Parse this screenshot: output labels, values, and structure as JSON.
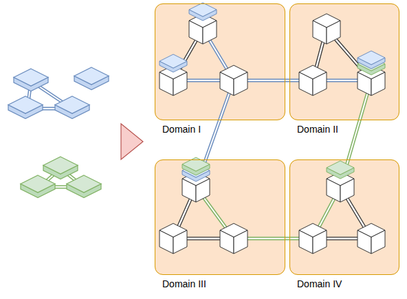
{
  "diagram": {
    "nodes": [
      {
        "text": [
          "Domain I"
        ]
      },
      {
        "text": [
          "Domain II"
        ]
      },
      {
        "text": [
          "Domain III"
        ]
      },
      {
        "text": [
          "Domain IV"
        ]
      }
    ]
  }
}
